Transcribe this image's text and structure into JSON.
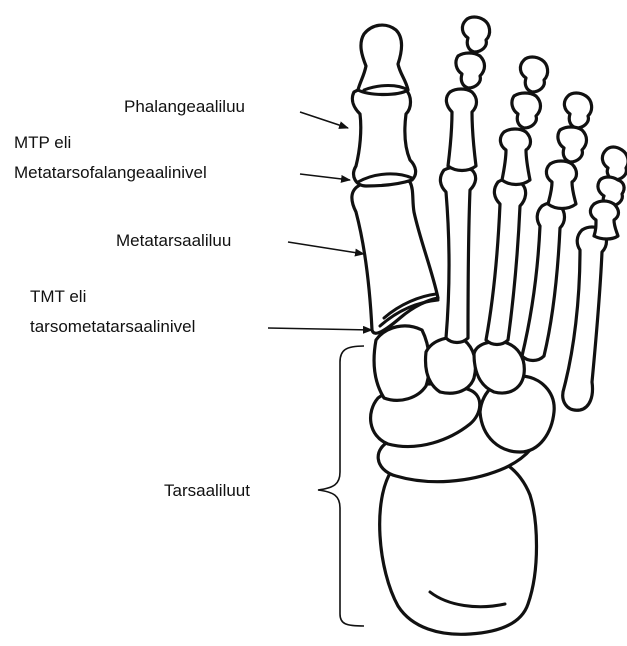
{
  "labels": {
    "phalanges": "Phalangeaaliluu",
    "mtp_line1": "MTP eli",
    "mtp_line2": "Metatarsofalangeaalinivel",
    "metatarsal": "Metatarsaaliluu",
    "tmt_line1": "TMT eli",
    "tmt_line2": "tarsometatarsaalinivel",
    "tarsals": "Tarsaaliluut"
  },
  "colors": {
    "line": "#111111",
    "bone_fill": "#ffffff",
    "background": "#ffffff"
  }
}
